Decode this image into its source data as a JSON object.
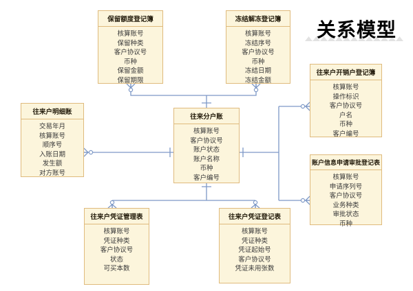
{
  "title": "关系模型",
  "colors": {
    "box_fill": "#FCF5DC",
    "box_border": "#DFBA7C",
    "connector_line": "#7D98C6",
    "title_color": "#000000",
    "zigzag": "#E2E2E2"
  },
  "entities": [
    {
      "title": "保留额度登记簿",
      "fields": [
        "核算账号",
        "保留种类",
        "客户协议号",
        "币种",
        "保留金额",
        "保留期限"
      ]
    },
    {
      "title": "冻结解冻登记簿",
      "fields": [
        "核算账号",
        "冻结序号",
        "客户协议号",
        "币种",
        "冻结日期",
        "冻结金额"
      ]
    },
    {
      "title": "往来户开销户登记簿",
      "fields": [
        "核算账号",
        "操作标识",
        "客户协议号",
        "户名",
        "币种",
        "客户编号"
      ]
    },
    {
      "title": "往来户明细账",
      "fields": [
        "交易年月",
        "核算账号",
        "顺序号",
        "入账日期",
        "发生额",
        "对方账号"
      ]
    },
    {
      "title": "往来分户账",
      "fields": [
        "核算账号",
        "客户协议号",
        "账户状态",
        "账户名称",
        "币种",
        "客户编号"
      ]
    },
    {
      "title": "账户信息申请审批登记表",
      "fields": [
        "核算账号",
        "申请序列号",
        "客户协议号",
        "业务种类",
        "审批状态",
        "币种"
      ]
    },
    {
      "title": "往来户凭证管理表",
      "fields": [
        "核算账号",
        "凭证种类",
        "客户协议号",
        "状态",
        "可买本数"
      ]
    },
    {
      "title": "往来户凭证登记表",
      "fields": [
        "核算账号",
        "凭证种类",
        "凭证起始号",
        "客户协议号",
        "凭证未用张数"
      ]
    }
  ],
  "relationships": [
    {
      "from": "往来分户账",
      "from_cardinality": "1",
      "to": "保留额度登记簿",
      "to_cardinality": "0..N"
    },
    {
      "from": "往来分户账",
      "from_cardinality": "1",
      "to": "冻结解冻登记簿",
      "to_cardinality": "0..N"
    },
    {
      "from": "往来分户账",
      "from_cardinality": "1",
      "to": "往来户开销户登记簿",
      "to_cardinality": "0..N"
    },
    {
      "from": "往来分户账",
      "from_cardinality": "1",
      "to": "往来户明细账",
      "to_cardinality": "0..N"
    },
    {
      "from": "往来分户账",
      "from_cardinality": "1",
      "to": "账户信息申请审批登记表",
      "to_cardinality": "0..N"
    },
    {
      "from": "往来分户账",
      "from_cardinality": "1",
      "to": "往来户凭证管理表",
      "to_cardinality": "0..N"
    },
    {
      "from": "往来分户账",
      "from_cardinality": "1",
      "to": "往来户凭证登记表",
      "to_cardinality": "0..N"
    }
  ]
}
